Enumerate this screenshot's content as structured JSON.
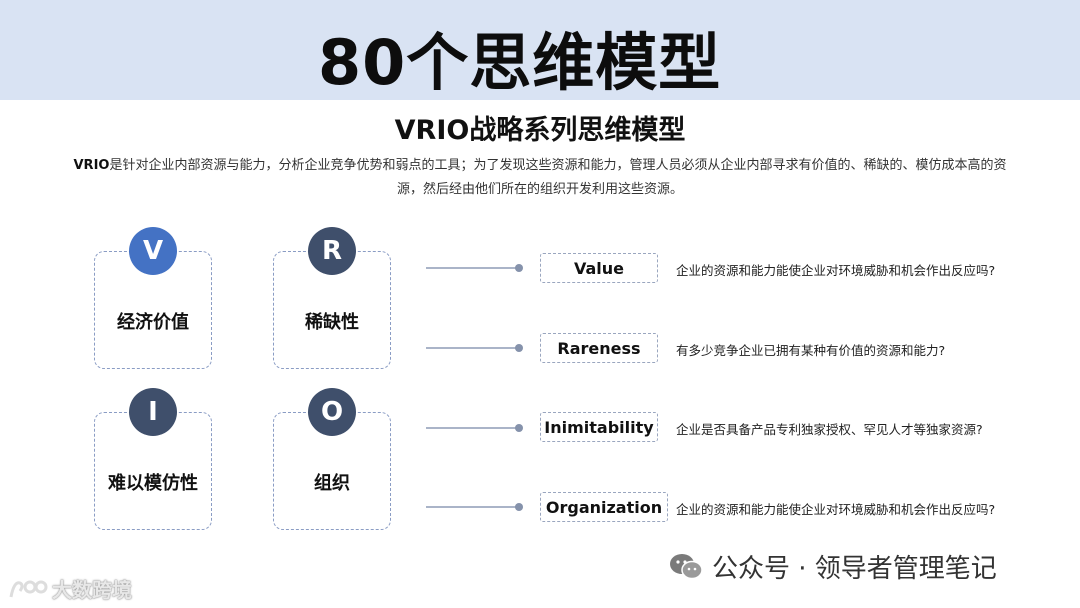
{
  "header": {
    "title": "80个思维模型"
  },
  "subtitle": "VRIO战略系列思维模型",
  "description": {
    "lead": "VRIO",
    "text": "是针对企业内部资源与能力，分析企业竞争优势和弱点的工具；为了发现这些资源和能力，管理人员必须从企业内部寻求有价值的、稀缺的、模仿成本高的资源，然后经由他们所在的组织开发利用这些资源。"
  },
  "cards": [
    {
      "letter": "V",
      "label": "经济价值",
      "badge_color": "#4472c4"
    },
    {
      "letter": "R",
      "label": "稀缺性",
      "badge_color": "#3f4f6b"
    },
    {
      "letter": "I",
      "label": "难以模仿性",
      "badge_color": "#3f4f6b"
    },
    {
      "letter": "O",
      "label": "组织",
      "badge_color": "#3f4f6b"
    }
  ],
  "questions": [
    {
      "term": "Value",
      "text": "企业的资源和能力能使企业对环境威胁和机会作出反应吗?"
    },
    {
      "term": "Rareness",
      "text": "有多少竞争企业已拥有某种有价值的资源和能力?"
    },
    {
      "term": "Inimitability",
      "text": "企业是否具备产品专利独家授权、罕见人才等独家资源?"
    },
    {
      "term": "Organization",
      "text": "企业的资源和能力能使企业对环境威胁和机会作出反应吗?"
    }
  ],
  "watermarks": {
    "right": "公众号 · 领导者管理笔记",
    "left": "大数跨境"
  }
}
